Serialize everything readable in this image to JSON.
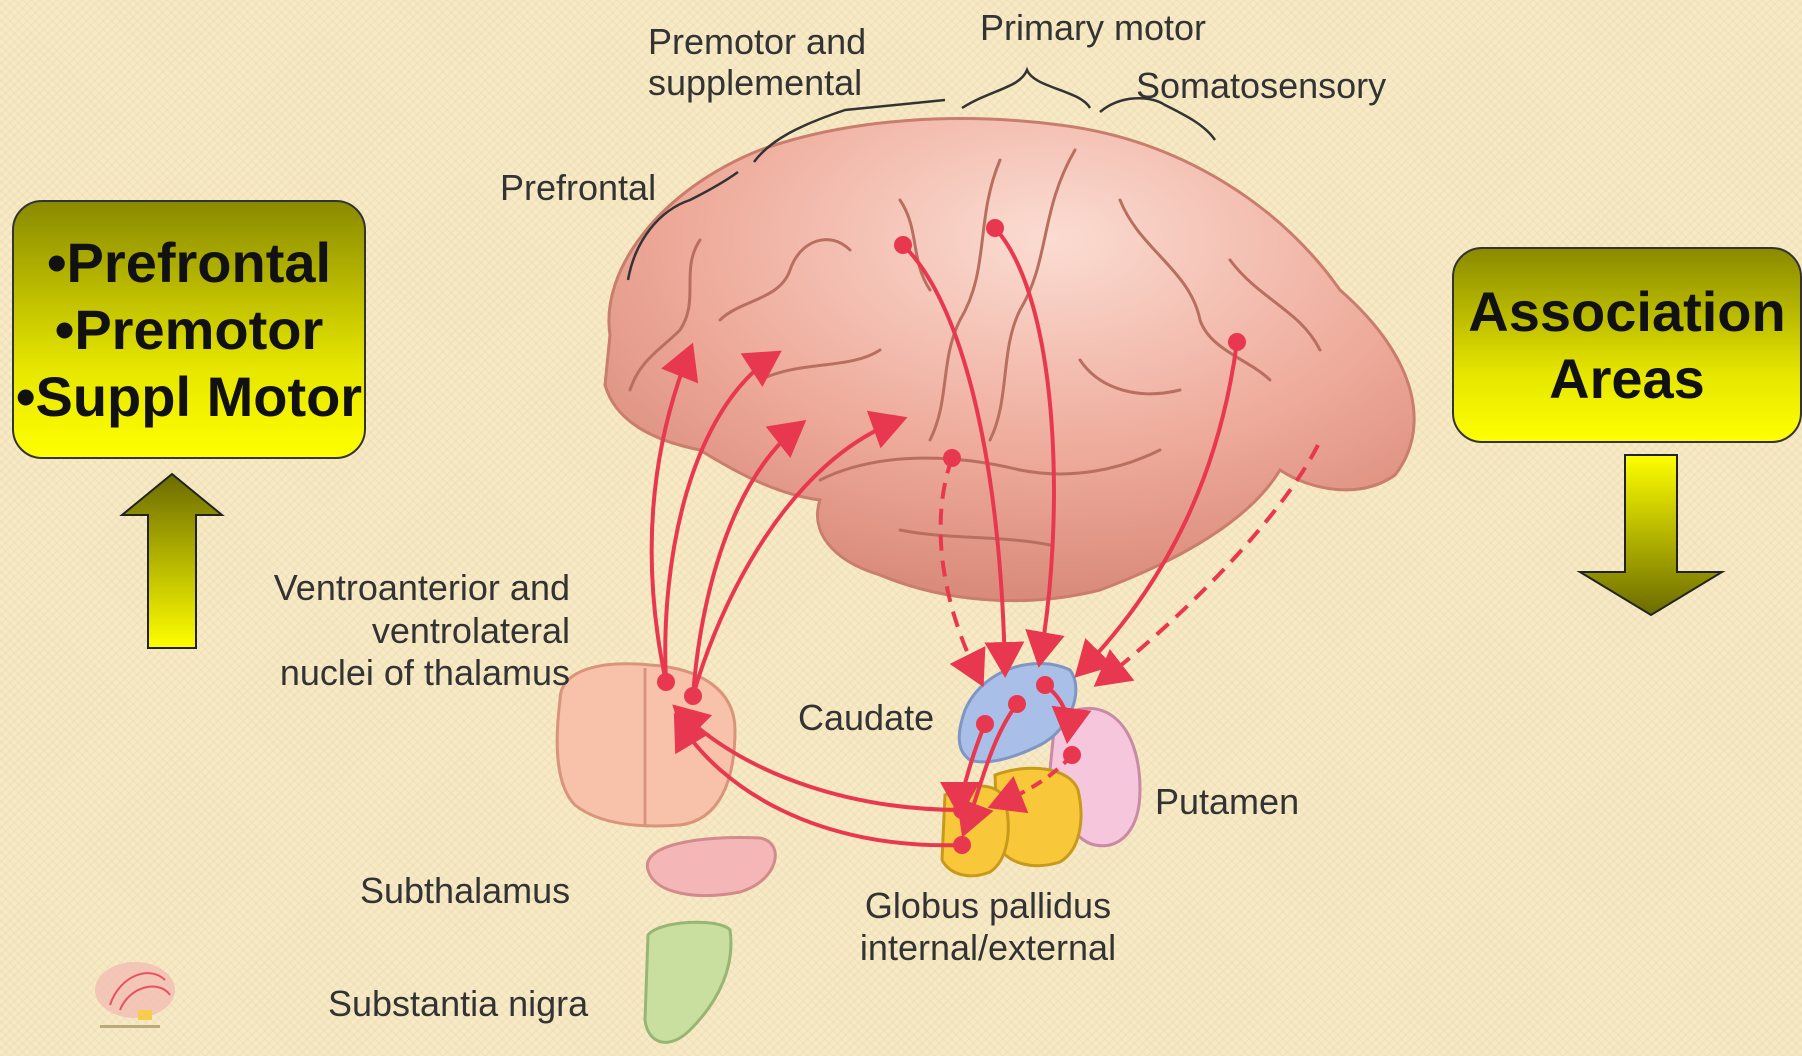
{
  "left_box": {
    "items": [
      "•Prefrontal",
      "•Premotor",
      "•Suppl Motor"
    ]
  },
  "right_box": {
    "lines": [
      "Association",
      "Areas"
    ]
  },
  "labels": {
    "premotor_line1": "Premotor and",
    "premotor_line2": "supplemental",
    "primary_motor": "Primary motor",
    "somatosensory": "Somatosensory",
    "prefrontal": "Prefrontal",
    "thalamus_line1": "Ventroanterior and",
    "thalamus_line2": "ventrolateral",
    "thalamus_line3": "nuclei of thalamus",
    "caudate": "Caudate",
    "putamen": "Putamen",
    "subthalamus": "Subthalamus",
    "globus_line1": "Globus pallidus",
    "globus_line2": "internal/external",
    "substantia_nigra": "Substantia nigra"
  },
  "colors": {
    "pathway": "#e8384f",
    "brain": "#eeaa9a",
    "caudate": "#a9bfe8",
    "putamen": "#f6c6dc",
    "globus": "#f8c83a",
    "thalamus": "#f7c1aa",
    "subthalamus": "#f5b6b8",
    "substantia_nigra": "#c8dfa0",
    "box_highlight": "#ffff00"
  }
}
